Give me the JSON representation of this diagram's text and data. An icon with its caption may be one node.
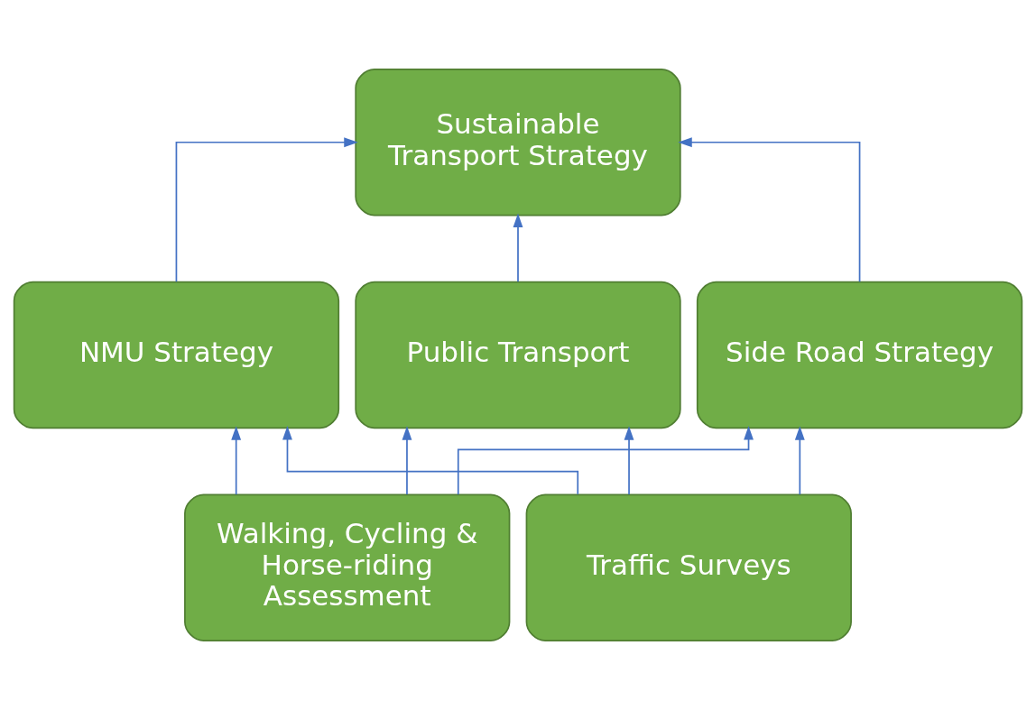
{
  "diagram": {
    "nodes": [
      {
        "text": [
          "Sustainable Transport Strategy"
        ]
      },
      {
        "text": [
          "NMU Strategy"
        ]
      },
      {
        "text": [
          "Public Transport"
        ]
      },
      {
        "text": [
          "Side Road Strategy"
        ]
      },
      {
        "text": [
          "Walking, Cycling & Horse-riding Assessment"
        ]
      },
      {
        "text": [
          "Traffic Surveys"
        ]
      }
    ],
    "edges": [
      {
        "from": 1,
        "to": 0,
        "arrow": "to"
      },
      {
        "from": 2,
        "to": 0,
        "arrow": "to"
      },
      {
        "from": 3,
        "to": 0,
        "arrow": "to"
      },
      {
        "from": 4,
        "to": 1,
        "arrow": "to"
      },
      {
        "from": 4,
        "to": 2,
        "arrow": "to"
      },
      {
        "from": 4,
        "to": 3,
        "arrow": "to"
      },
      {
        "from": 5,
        "to": 1,
        "arrow": "to"
      },
      {
        "from": 5,
        "to": 2,
        "arrow": "to"
      },
      {
        "from": 5,
        "to": 3,
        "arrow": "to"
      }
    ]
  }
}
